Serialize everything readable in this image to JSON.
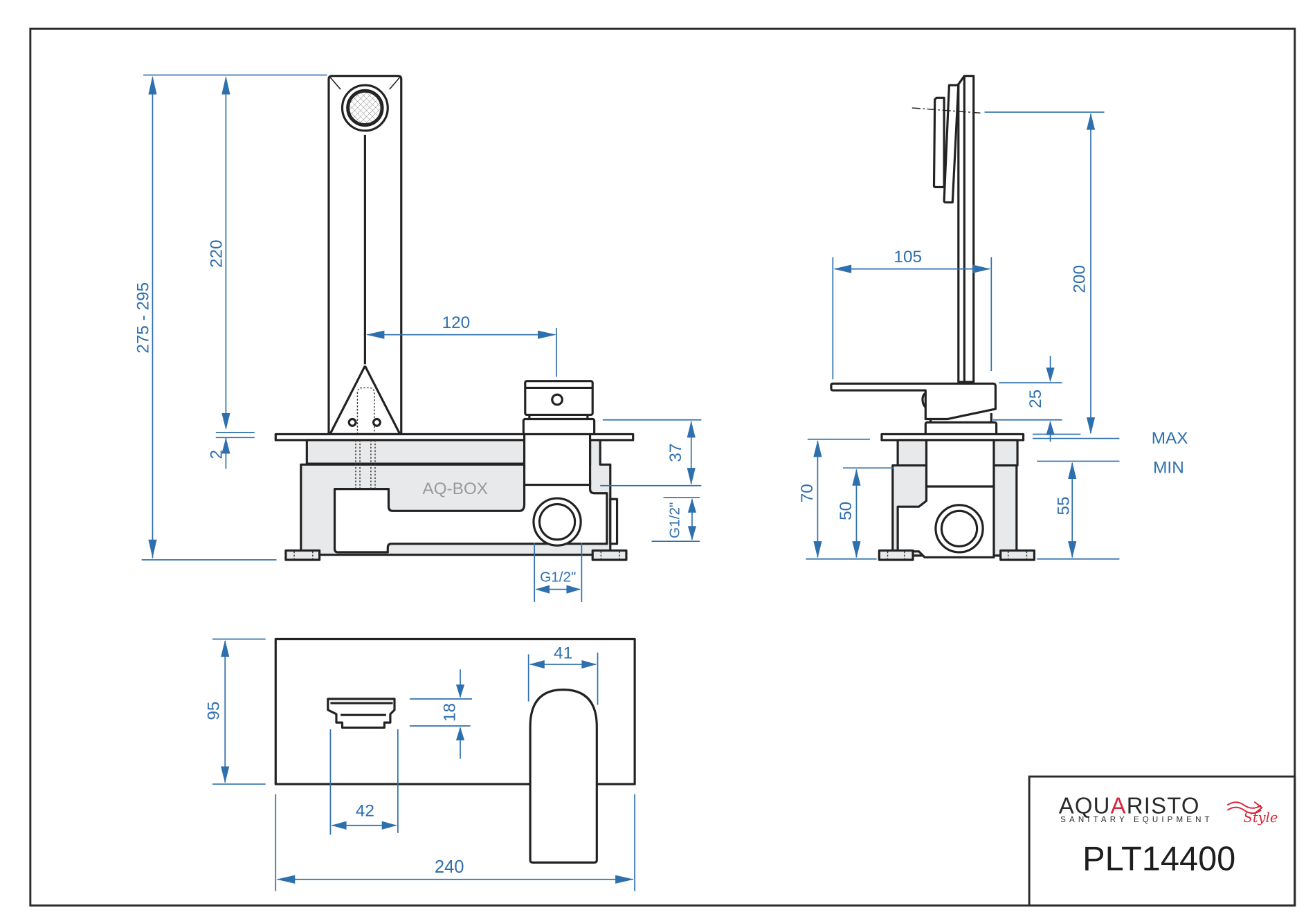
{
  "title_block": {
    "brand_prefix": "AQU",
    "brand_accent": "A",
    "brand_suffix": "RISTO",
    "brand_tagline": "SANITARY EQUIPMENT",
    "brand_script": "Style",
    "product_code": "PLT14400",
    "accent_color": "#d7263d"
  },
  "colors": {
    "dimension": "#2e6fad",
    "outline": "#222222",
    "box_fill": "#e8e9ea"
  },
  "front_view": {
    "box_label": "AQ-BOX",
    "dimensions": {
      "total_height": "275 - 295",
      "spout_height": "220",
      "plate_thickness": "2",
      "spout_to_handle": "120",
      "handle_to_inlet": "37",
      "inlet_vertical": "G1/2\"",
      "inlet_horizontal": "G1/2\""
    }
  },
  "side_view": {
    "dimensions": {
      "handle_reach": "105",
      "outlet_height": "200",
      "handle_height": "25",
      "box_depth_total": "70",
      "box_depth_inner": "50",
      "wall_depth": "55"
    },
    "labels": {
      "max": "MAX",
      "min": "MIN"
    }
  },
  "plan_view": {
    "dimensions": {
      "plate_height": "95",
      "plate_width": "240",
      "outlet_width": "42",
      "outlet_depth": "18",
      "handle_width": "41"
    }
  }
}
